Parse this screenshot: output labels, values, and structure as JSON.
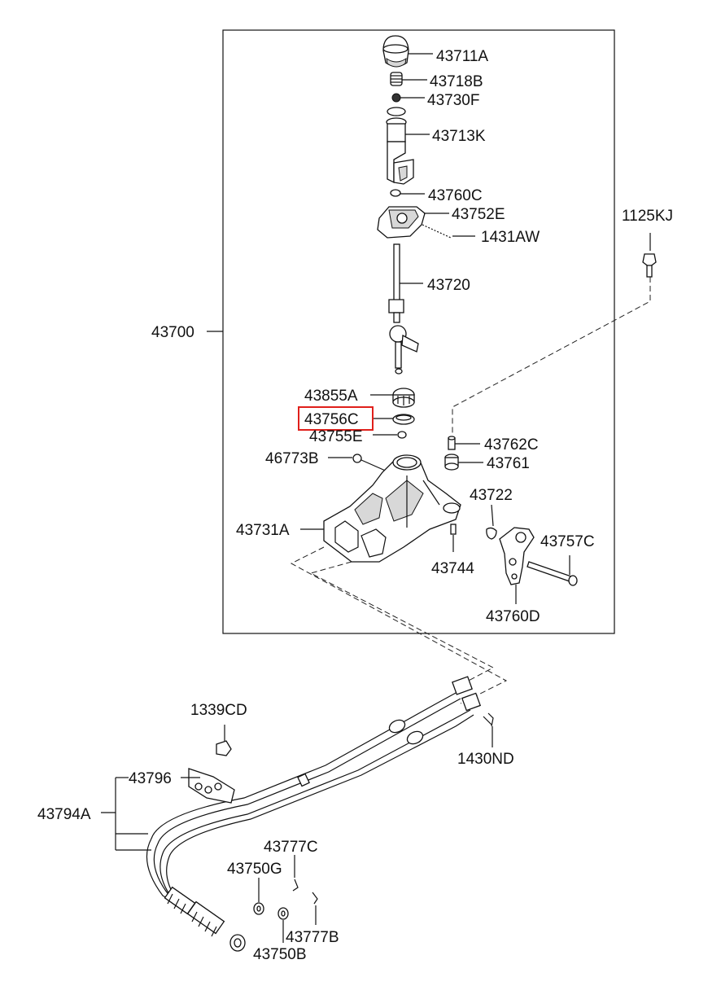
{
  "labels": {
    "p43711A": "43711A",
    "p43718B": "43718B",
    "p43730F": "43730F",
    "p43713K": "43713K",
    "p43760C": "43760C",
    "p43752E": "43752E",
    "p1431AW": "1431AW",
    "p1125KJ": "1125KJ",
    "p43720": "43720",
    "p43700": "43700",
    "p43855A": "43855A",
    "p43756C": "43756C",
    "p43755E": "43755E",
    "p43762C": "43762C",
    "p46773B": "46773B",
    "p43761": "43761",
    "p43722": "43722",
    "p43731A": "43731A",
    "p43757C": "43757C",
    "p43744": "43744",
    "p43760D": "43760D",
    "p1339CD": "1339CD",
    "p1430ND": "1430ND",
    "p43796": "43796",
    "p43794A": "43794A",
    "p43777C": "43777C",
    "p43750G": "43750G",
    "p43777B": "43777B",
    "p43750B": "43750B"
  },
  "highlight": {
    "part": "43756C",
    "color": "#e0201b"
  }
}
